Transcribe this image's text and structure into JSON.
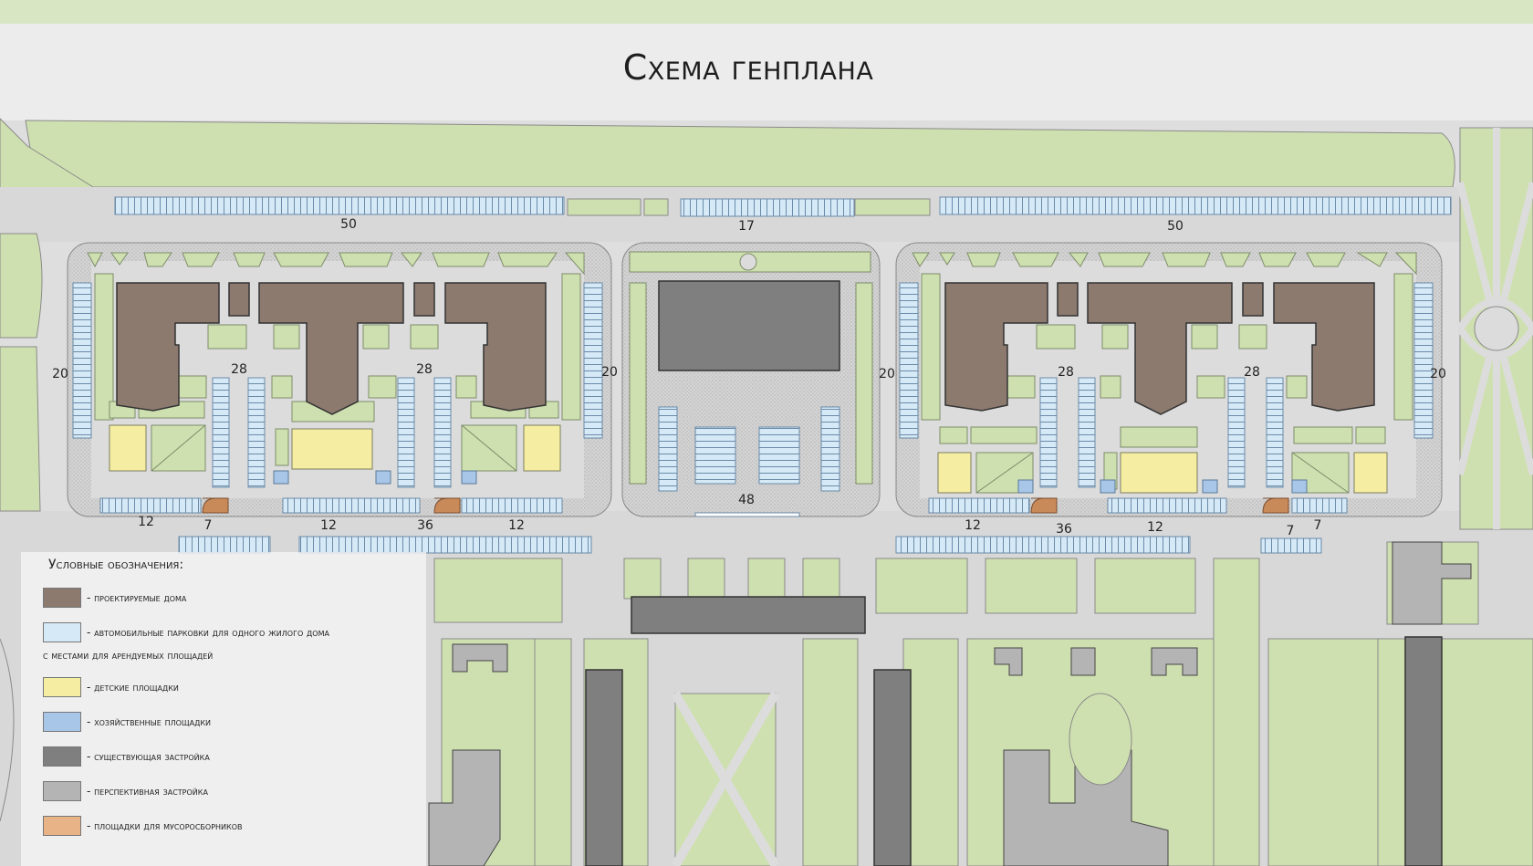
{
  "title": "Схема генплана",
  "colors": {
    "background": "#e6e6e6",
    "green": "#cfe0b0",
    "green_dark": "#c4d9a2",
    "road": "#d6d6d6",
    "sidewalk_dots": "#c8c8c8",
    "designed": "#8c7a6f",
    "parking": "#d6e9f7",
    "playground": "#f5eea2",
    "utility": "#a8c6e8",
    "existing": "#7f7f7f",
    "future": "#b4b4b4",
    "waste": "#c98a5a"
  },
  "parking_labels": [
    "50",
    "17",
    "50",
    "20",
    "28",
    "28",
    "20",
    "20",
    "28",
    "28",
    "20",
    "12",
    "7",
    "12",
    "36",
    "12",
    "48",
    "12",
    "36",
    "12",
    "7",
    "7"
  ],
  "legend": {
    "heading": "Условные обозначения:",
    "items": [
      {
        "text": "- проектируемые дома",
        "color": "#8c7a6f"
      },
      {
        "text": "- автомобильные парковки для одного жилого дома",
        "color": "#d6e9f7"
      },
      {
        "text": "- детские площадки",
        "color": "#f5eea2"
      },
      {
        "text": "- хозяйственные площадки",
        "color": "#a8c6e8"
      },
      {
        "text": "- существующая застройка",
        "color": "#7f7f7f"
      },
      {
        "text": "- перспективная застройка",
        "color": "#b4b4b4"
      },
      {
        "text": "- площадки для мусоросборников",
        "color": "#e8b387"
      }
    ],
    "continuation": "с местами для арендуемых площадей"
  }
}
